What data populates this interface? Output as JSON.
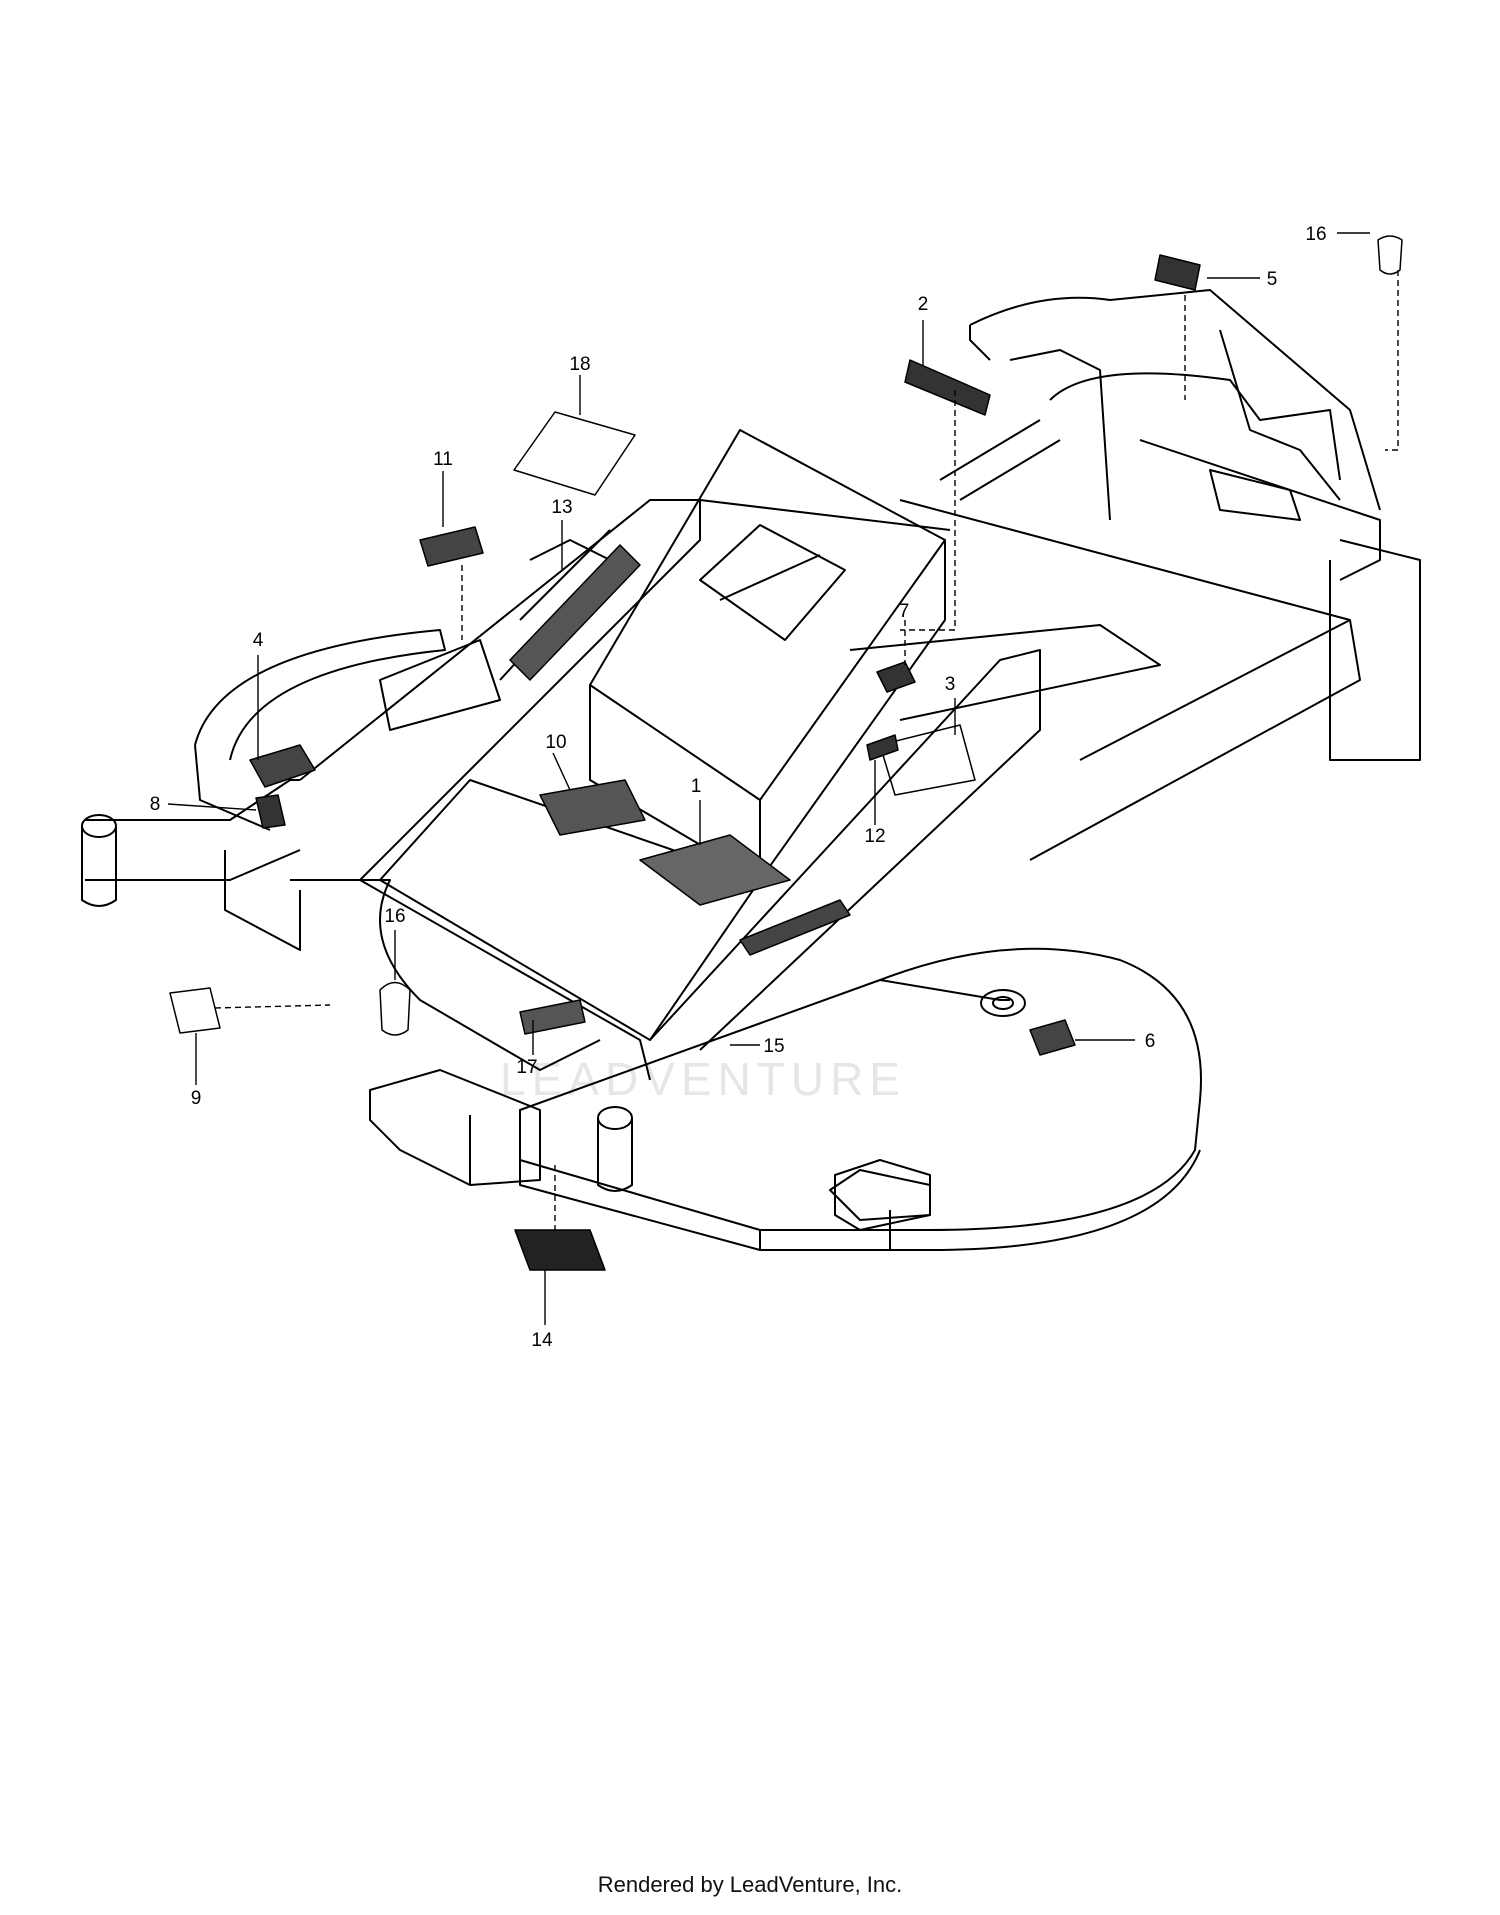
{
  "callouts": [
    {
      "label": "1"
    },
    {
      "label": "2"
    },
    {
      "label": "3"
    },
    {
      "label": "4"
    },
    {
      "label": "5"
    },
    {
      "label": "6"
    },
    {
      "label": "7"
    },
    {
      "label": "8"
    },
    {
      "label": "9"
    },
    {
      "label": "10"
    },
    {
      "label": "11"
    },
    {
      "label": "12"
    },
    {
      "label": "13"
    },
    {
      "label": "14"
    },
    {
      "label": "15"
    },
    {
      "label": "16"
    },
    {
      "label": "16"
    },
    {
      "label": "17"
    },
    {
      "label": "18"
    }
  ],
  "watermark": "LEADVENTURE",
  "footer": "Rendered by LeadVenture, Inc."
}
